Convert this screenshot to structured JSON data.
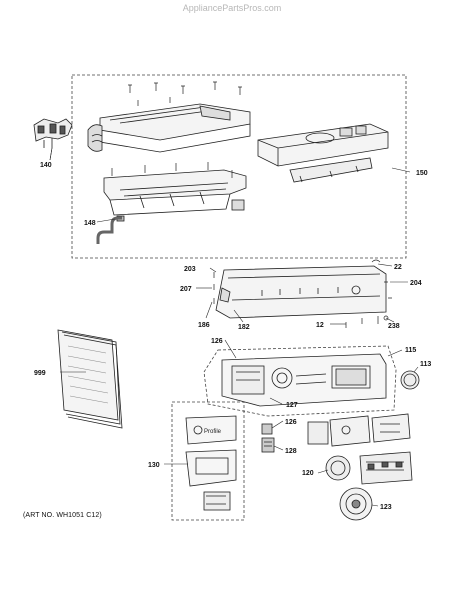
{
  "watermark": "AppliancePartsPros.com",
  "art_no": "(ART NO. WH1051 C12)",
  "brand_text": "Profile",
  "labels": {
    "p140": "140",
    "p150": "150",
    "p148": "148",
    "p203": "203",
    "p22": "22",
    "p207": "207",
    "p204": "204",
    "p186": "186",
    "p182": "182",
    "p12": "12",
    "p238": "238",
    "p126a": "126",
    "p115": "115",
    "p999": "999",
    "p113": "113",
    "p127": "127",
    "p126b": "126",
    "p128": "128",
    "p130": "130",
    "p120": "120",
    "p123": "123"
  }
}
